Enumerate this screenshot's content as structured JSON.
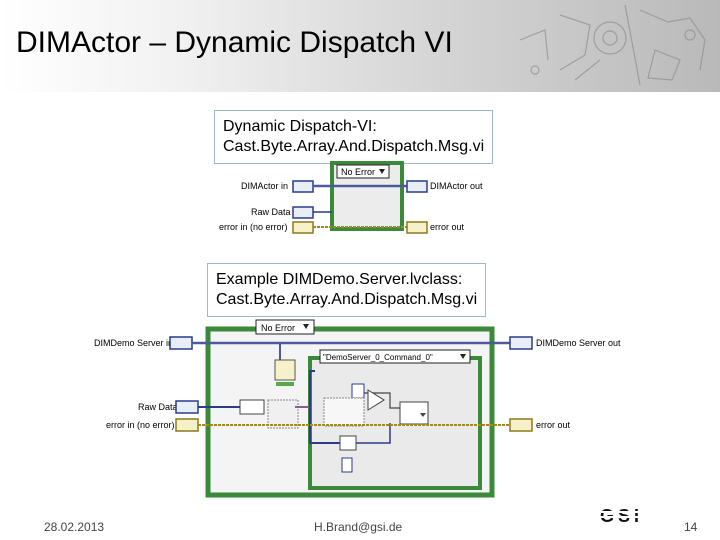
{
  "slide": {
    "title": "DIMActor – Dynamic Dispatch VI",
    "caption_top": {
      "line1": "Dynamic Dispatch-VI:",
      "line2": "Cast.Byte.Array.And.Dispatch.Msg.vi"
    },
    "caption_bottom": {
      "line1": "Example DIMDemo.Server.lvclass:",
      "line2": "Cast.Byte.Array.And.Dispatch.Msg.vi"
    },
    "diagram_top": {
      "case_selector": "No Error",
      "terminals": {
        "dimactor_in": "DIMActor in",
        "raw_data": "Raw Data",
        "error_in": "error in (no error)",
        "dimactor_out": "DIMActor out",
        "error_out": "error out"
      }
    },
    "diagram_bottom": {
      "case_selector": "No Error",
      "inner_case_selector": "\"DemoServer_0_Command_0\"",
      "terminals": {
        "dimdemo_in": "DIMDemo Server in",
        "raw_data": "Raw Data",
        "error_in": "error in (no error)",
        "dimdemo_out": "DIMDemo Server out",
        "error_out": "error out"
      }
    },
    "footer": {
      "date": "28.02.2013",
      "author": "H.Brand@gsi.de",
      "page": "14",
      "logo": "GSI"
    }
  }
}
